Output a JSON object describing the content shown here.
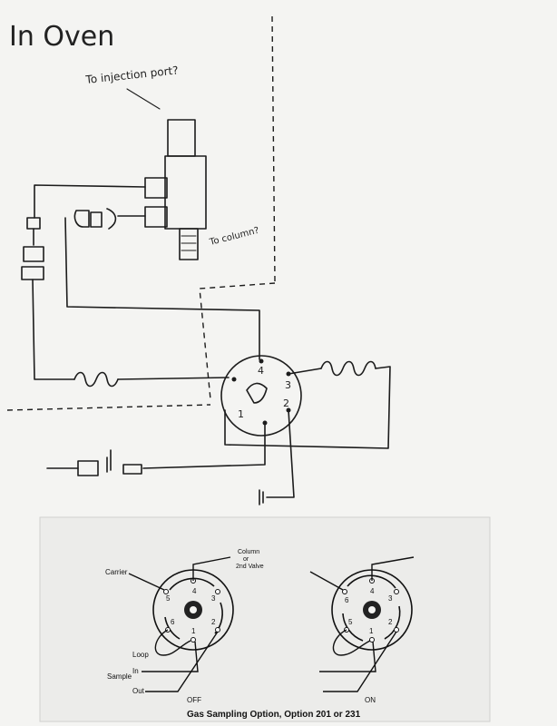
{
  "sketch": {
    "title": "In Oven",
    "note_injection": "To injection port?",
    "note_column": "To column?",
    "valve_ports": [
      "4",
      "3",
      "2",
      "1"
    ]
  },
  "printed_figure": {
    "caption": "Gas Sampling Option, Option 201 or 231",
    "labels": {
      "carrier": "Carrier",
      "column": "Column\nor\n2nd Valve",
      "loop": "Loop",
      "sample": "Sample",
      "in": "In",
      "out": "Out"
    },
    "valve_off": {
      "state": "OFF",
      "ports": [
        "1",
        "2",
        "3",
        "4",
        "5",
        "6"
      ]
    },
    "valve_on": {
      "state": "ON",
      "ports": [
        "1",
        "2",
        "3",
        "4",
        "5",
        "6"
      ]
    }
  }
}
